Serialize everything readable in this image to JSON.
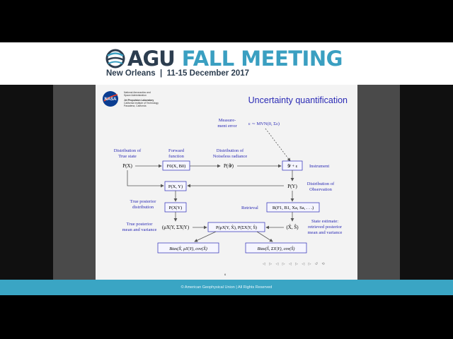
{
  "header": {
    "brand": "AGU",
    "event": "FALL MEETING",
    "location_dates": "New Orleans  |  11-15 December 2017",
    "brand_color": "#2c3d4f",
    "accent_color": "#3a9fc1"
  },
  "slide": {
    "org_lines": [
      "National Aeronautics and",
      "Space Administration",
      "",
      "Jet Propulsion Laboratory",
      "California Institute of Technology",
      "Pasadena, California"
    ],
    "title": "Uncertainty quantification",
    "page_number": "6",
    "nav_symbols": "◁ ▷ ◁ ▷ ◁ ▷ ◁ ▷ ↺ ⟲",
    "title_color": "#2a2ab5",
    "diagram": {
      "measurement_error_label": "Measure-\nment error",
      "noise_formula": "ε ∼ MVN(0, Σε)",
      "dist_true_state": "Distribution of\nTrue state",
      "forward_function": "Forward\nfunction",
      "dist_noiseless": "Distribution of\nNoiseless radiance",
      "p_x": "P(X)",
      "forward_box": "F0(X, B0)",
      "p_y_cal": "P(𝒴)",
      "instrument_box": "𝒴 + ε",
      "instrument_label": "Instrument",
      "joint_box": "P(X, Y)",
      "p_y": "P(Y)",
      "dist_observation": "Distribution of\nObservation",
      "true_posterior_dist": "True posterior\ndistribution",
      "posterior_box": "P(X|Y)",
      "retrieval_label": "Retrieval",
      "retrieval_box": "R(F1, B1, Xa, Sa, . . .)",
      "true_posterior_mv": "True posterior\nmean and variance",
      "mu_sigma": "(μX|Y, ΣX|Y)",
      "joint_est_box": "P(μX|Y, X̂), P(ΣX|Y, Ŝ)",
      "xhat_shat": "(X̂, Ŝ)",
      "state_estimate": "State estimate:\nretrieved posterior\nmean and variance",
      "bias_left_box": "Bias(X̂, μX|Y), cov(X̂)",
      "bias_right_box": "Bias(Ŝ, ΣX|Y), cov(Ŝ)"
    }
  },
  "footer": {
    "copyright": "© American Geophysical Union | All Rights Reserved",
    "color": "#3aa5c4"
  }
}
